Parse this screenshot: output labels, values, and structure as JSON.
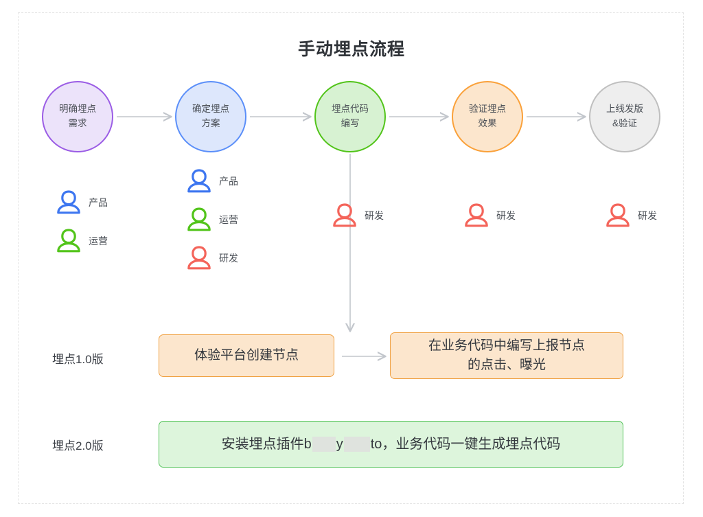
{
  "title": "手动埋点流程",
  "flow": {
    "nodes": [
      {
        "name": "node-requirement",
        "line1": "明确埋点",
        "line2": "需求",
        "color": "#9b5de5",
        "fill": "#ece3fa"
      },
      {
        "name": "node-plan",
        "line1": "确定埋点",
        "line2": "方案",
        "color": "#5b8ff9",
        "fill": "#dde7fc"
      },
      {
        "name": "node-code",
        "line1": "埋点代码",
        "line2": "编写",
        "color": "#52c41a",
        "fill": "#d7f2d2"
      },
      {
        "name": "node-verify",
        "line1": "验证埋点",
        "line2": "效果",
        "color": "#faa13a",
        "fill": "#fce6cd"
      },
      {
        "name": "node-release",
        "line1": "上线发版",
        "line2": "&验证",
        "color": "#bfbfbf",
        "fill": "#eeeeee"
      }
    ]
  },
  "roles": {
    "colors": {
      "product": "#3d76f0",
      "operation": "#52c41a",
      "developer": "#f4645a"
    },
    "groups": [
      {
        "items": [
          {
            "label": "产品",
            "color": "#3d76f0"
          },
          {
            "label": "运营",
            "color": "#52c41a"
          }
        ]
      },
      {
        "items": [
          {
            "label": "产品",
            "color": "#3d76f0"
          },
          {
            "label": "运营",
            "color": "#52c41a"
          },
          {
            "label": "研发",
            "color": "#f4645a"
          }
        ]
      },
      {
        "items": [
          {
            "label": "研发",
            "color": "#f4645a"
          }
        ]
      },
      {
        "items": [
          {
            "label": "研发",
            "color": "#f4645a"
          }
        ]
      },
      {
        "items": [
          {
            "label": "研发",
            "color": "#f4645a"
          }
        ]
      }
    ]
  },
  "versions": {
    "v1": {
      "label": "埋点1.0版",
      "box_a": "体验平台创建节点",
      "box_b_line1": "在业务代码中编写上报节点",
      "box_b_line2": "的点击、曝光"
    },
    "v2": {
      "label": "埋点2.0版",
      "text_before": "安装埋点插件b",
      "text_middle": "y",
      "text_after": "to，业务代码一键生成埋点代码"
    }
  },
  "colors": {
    "arrow": "#c2c6cc",
    "frame": "#e4e4e4",
    "orange_border": "#f0a142",
    "orange_fill": "#fce6cd",
    "green_border": "#56c45c",
    "green_fill": "#ddf5dc",
    "redaction": "#dfe3de"
  }
}
